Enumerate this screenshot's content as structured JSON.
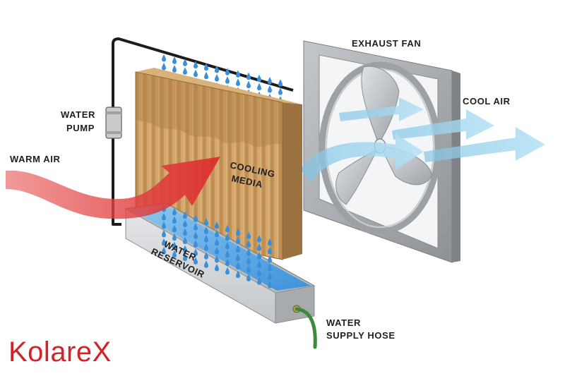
{
  "labels": {
    "exhaust_fan": "EXHAUST FAN",
    "cool_air": "COOL AIR",
    "water_pump_1": "WATER",
    "water_pump_2": "PUMP",
    "warm_air": "WARM AIR",
    "cooling_media_1": "COOLING",
    "cooling_media_2": "MEDIA",
    "water_reservoir_1": "WATER",
    "water_reservoir_2": "RESERVOIR",
    "water_supply_hose_1": "WATER",
    "water_supply_hose_2": "SUPPLY HOSE"
  },
  "logo": {
    "text": "KolareX",
    "color": "#d2232a",
    "dark_color": "#1c1c1c"
  },
  "colors": {
    "warm_air": "#e23a3a",
    "cool_air": "#8fd0ec",
    "water": "#3a8fd8",
    "pad": "#c99a5c",
    "metal": "#a9adb1",
    "hose": "#3d8a3a"
  },
  "icons": {
    "water_drop": "water-drop-icon"
  }
}
